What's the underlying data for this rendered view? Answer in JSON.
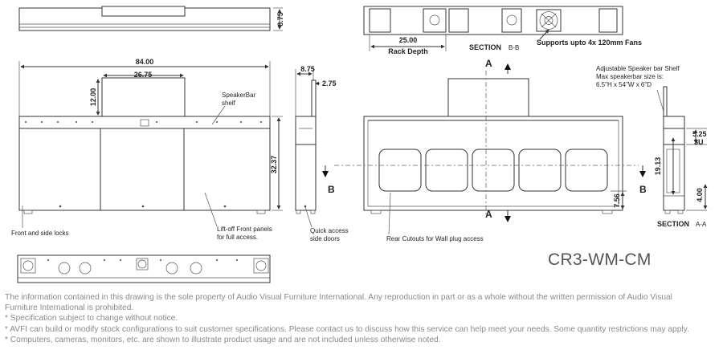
{
  "model_name": "CR3-WM-CM",
  "dimensions": {
    "top_height": "8.75",
    "rack_width": "25.00",
    "overall_width": "84.00",
    "speaker_width": "26.75",
    "speaker_height": "12.00",
    "overall_height": "32.37",
    "side_depth": "8.75",
    "side_small": "2.75",
    "sec_a_top": "5.25",
    "sec_a_3u": "3U",
    "sec_a_height": "19.13",
    "sec_a_bottom": "4.00",
    "cutout_height": "7.56"
  },
  "labels": {
    "rack_depth": "Rack Depth",
    "section_bb": "SECTION",
    "section_bb_suffix": "B-B",
    "fans": "Supports upto 4x 120mm Fans",
    "speakerbar_shelf_1": "SpeakerBar",
    "speakerbar_shelf_2": "shelf",
    "front_locks": "Front and side locks",
    "liftoff_1": "Lift-off Front panels",
    "liftoff_2": "for full access.",
    "quick_1": "Quick access",
    "quick_2": "side doors",
    "rear_cutouts": "Rear Cutouts for Wall plug access",
    "adj_1": "Adjustable Speaker bar Shelf",
    "adj_2": "Max speakerbar size is:",
    "adj_3": "6.5\"H x 54\"W x 6\"D",
    "section_aa": "SECTION",
    "section_aa_suffix": "A-A",
    "marker_a_top": "A",
    "marker_a_bottom": "A",
    "marker_b_left": "B",
    "marker_b_right": "B"
  },
  "notes": [
    "The information contained in this drawing is the sole property of Audio Visual Furniture International. Any reproduction in part or as a whole without the written permission of Audio Visual",
    "Furniture International is prohibited.",
    "* Specification subject to change without notice.",
    "* AVFI can build or modify stock configurations to suit customer specifications. Please contact us to discuss how this service can help meet your needs. Some quantity restrictions may apply.",
    "* Computers, cameras, monitors, etc. are shown to illustrate product usage and are not included unless otherwise noted."
  ]
}
